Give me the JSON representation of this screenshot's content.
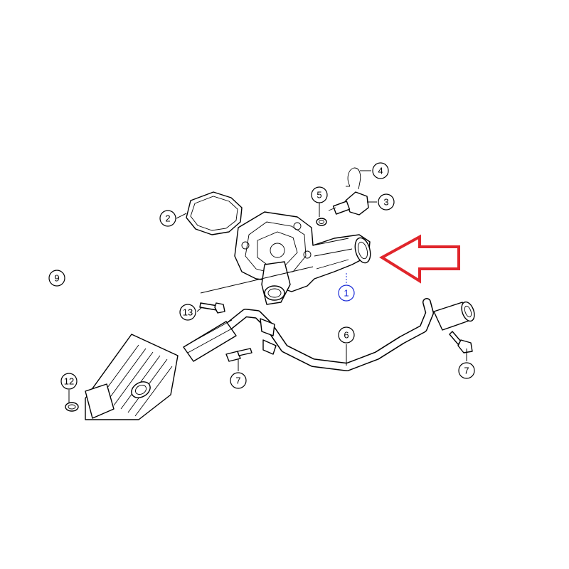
{
  "callouts": {
    "c1": "1",
    "c2": "2",
    "c3": "3",
    "c4": "4",
    "c5": "5",
    "c6": "6",
    "c7a": "7",
    "c7b": "7",
    "c9": "9",
    "c12": "12",
    "c13": "13"
  },
  "colors": {
    "highlight_callout": "#1a2bd6",
    "pointer_arrow": "#e0252b",
    "line_art": "#000000"
  }
}
